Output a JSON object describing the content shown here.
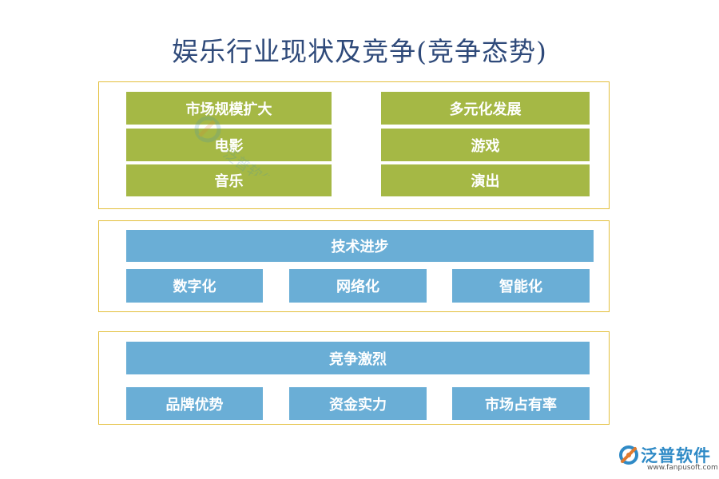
{
  "title": "娱乐行业现状及竞争(竞争态势)",
  "section1": {
    "left": [
      "市场规模扩大",
      "电影",
      "音乐"
    ],
    "right": [
      "多元化发展",
      "游戏",
      "演出"
    ]
  },
  "section2": {
    "header": "技术进步",
    "items": [
      "数字化",
      "网络化",
      "智能化"
    ]
  },
  "section3": {
    "header": "竞争激烈",
    "items": [
      "品牌优势",
      "资金实力",
      "市场占有率"
    ]
  },
  "logo": {
    "name": "泛普软件",
    "url": "www.fanpusoft.com"
  },
  "watermark": "泛普软件",
  "colors": {
    "green": "#a5b845",
    "blue": "#6aaed6",
    "border": "#e3bf3b",
    "title": "#2f4a7a"
  }
}
